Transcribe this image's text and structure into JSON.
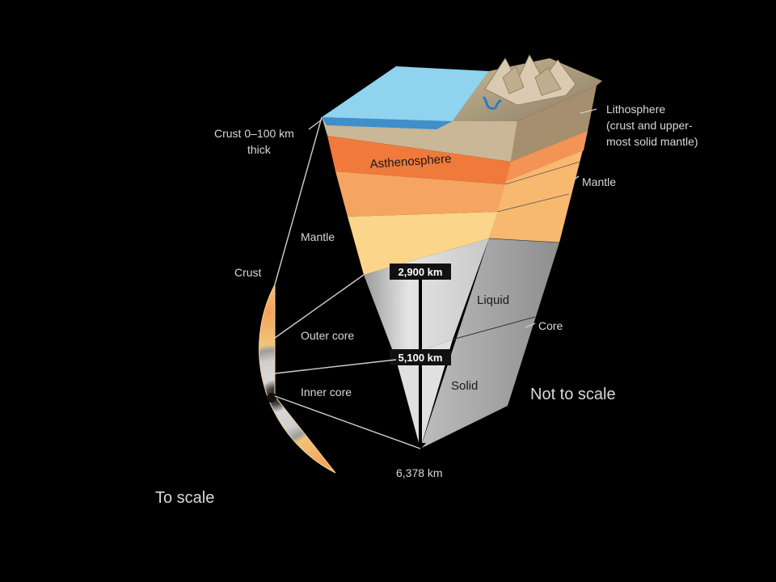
{
  "labels": {
    "crust_thick_1": "Crust 0–100 km",
    "crust_thick_2": "thick",
    "asthenosphere": "Asthenosphere",
    "lithosphere_1": "Lithosphere",
    "lithosphere_2": "(crust and upper-",
    "lithosphere_3": "most solid mantle)",
    "mantle_right": "Mantle",
    "mantle_left": "Mantle",
    "crust_left": "Crust",
    "outer_core": "Outer core",
    "inner_core": "Inner core",
    "liquid": "Liquid",
    "solid": "Solid",
    "core": "Core",
    "depth_1": "2,900 km",
    "depth_2": "5,100 km",
    "depth_3": "6,378 km",
    "not_to_scale": "Not to scale",
    "to_scale": "To scale"
  },
  "colors": {
    "background": "#000000",
    "ocean": "#8fd3ee",
    "land": "#b5a384",
    "asthenosphere": "#ef7a3c",
    "mantle_upper": "#f5a35a",
    "mantle_lower": "#fbd48a",
    "outer_core": "#cfcfcf",
    "inner_core": "#e3e3e3"
  }
}
